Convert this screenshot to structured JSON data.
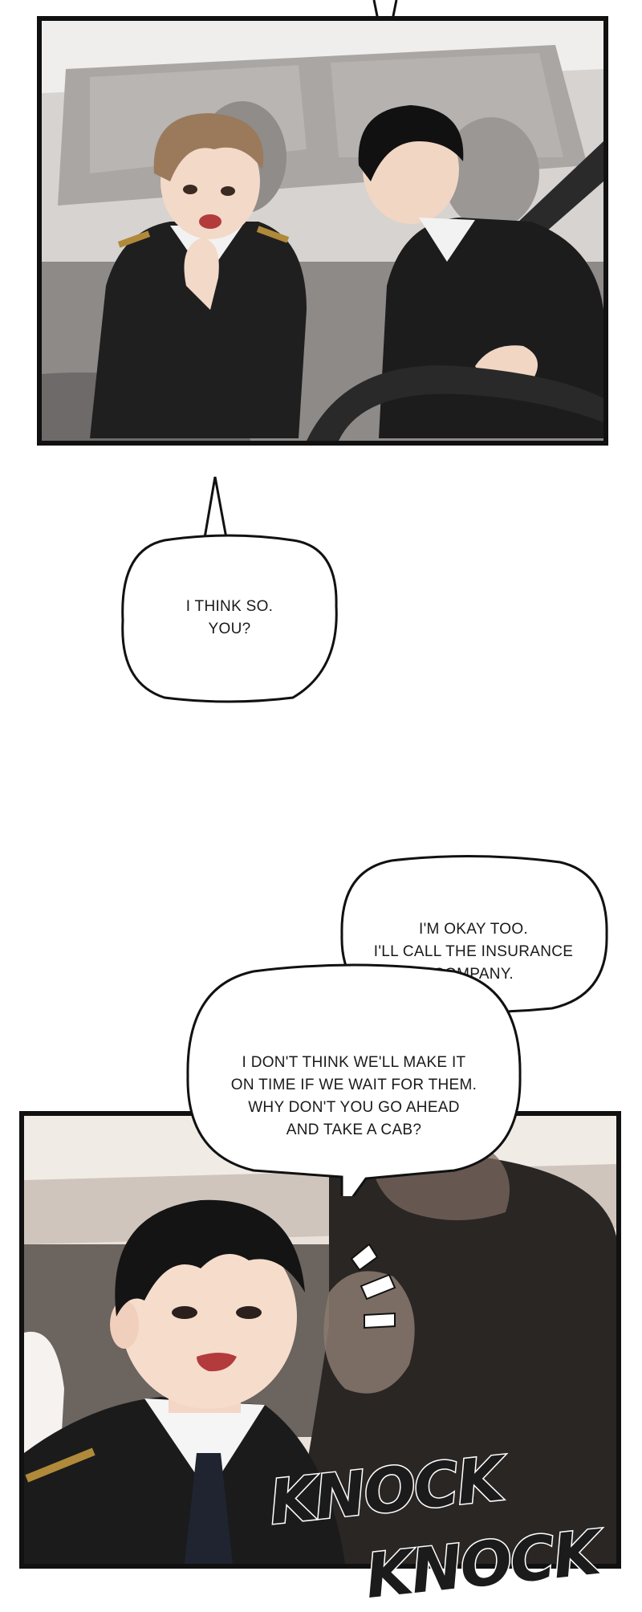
{
  "bubbles": {
    "bubble_1": {
      "line1": "I THINK SO.",
      "line2": "YOU?"
    },
    "bubble_2": {
      "line1": "I'M OKAY TOO.",
      "line2": "I'LL CALL THE INSURANCE",
      "line3": "COMPANY."
    },
    "bubble_3": {
      "line1": "I DON'T THINK WE'LL MAKE IT",
      "line2": "ON TIME IF WE WAIT FOR THEM.",
      "line3": "WHY DON'T YOU GO AHEAD",
      "line4": "AND TAKE A CAB?"
    }
  },
  "sound_effects": {
    "sfx_1": "KNOCK",
    "sfx_2": "KNOCK"
  }
}
